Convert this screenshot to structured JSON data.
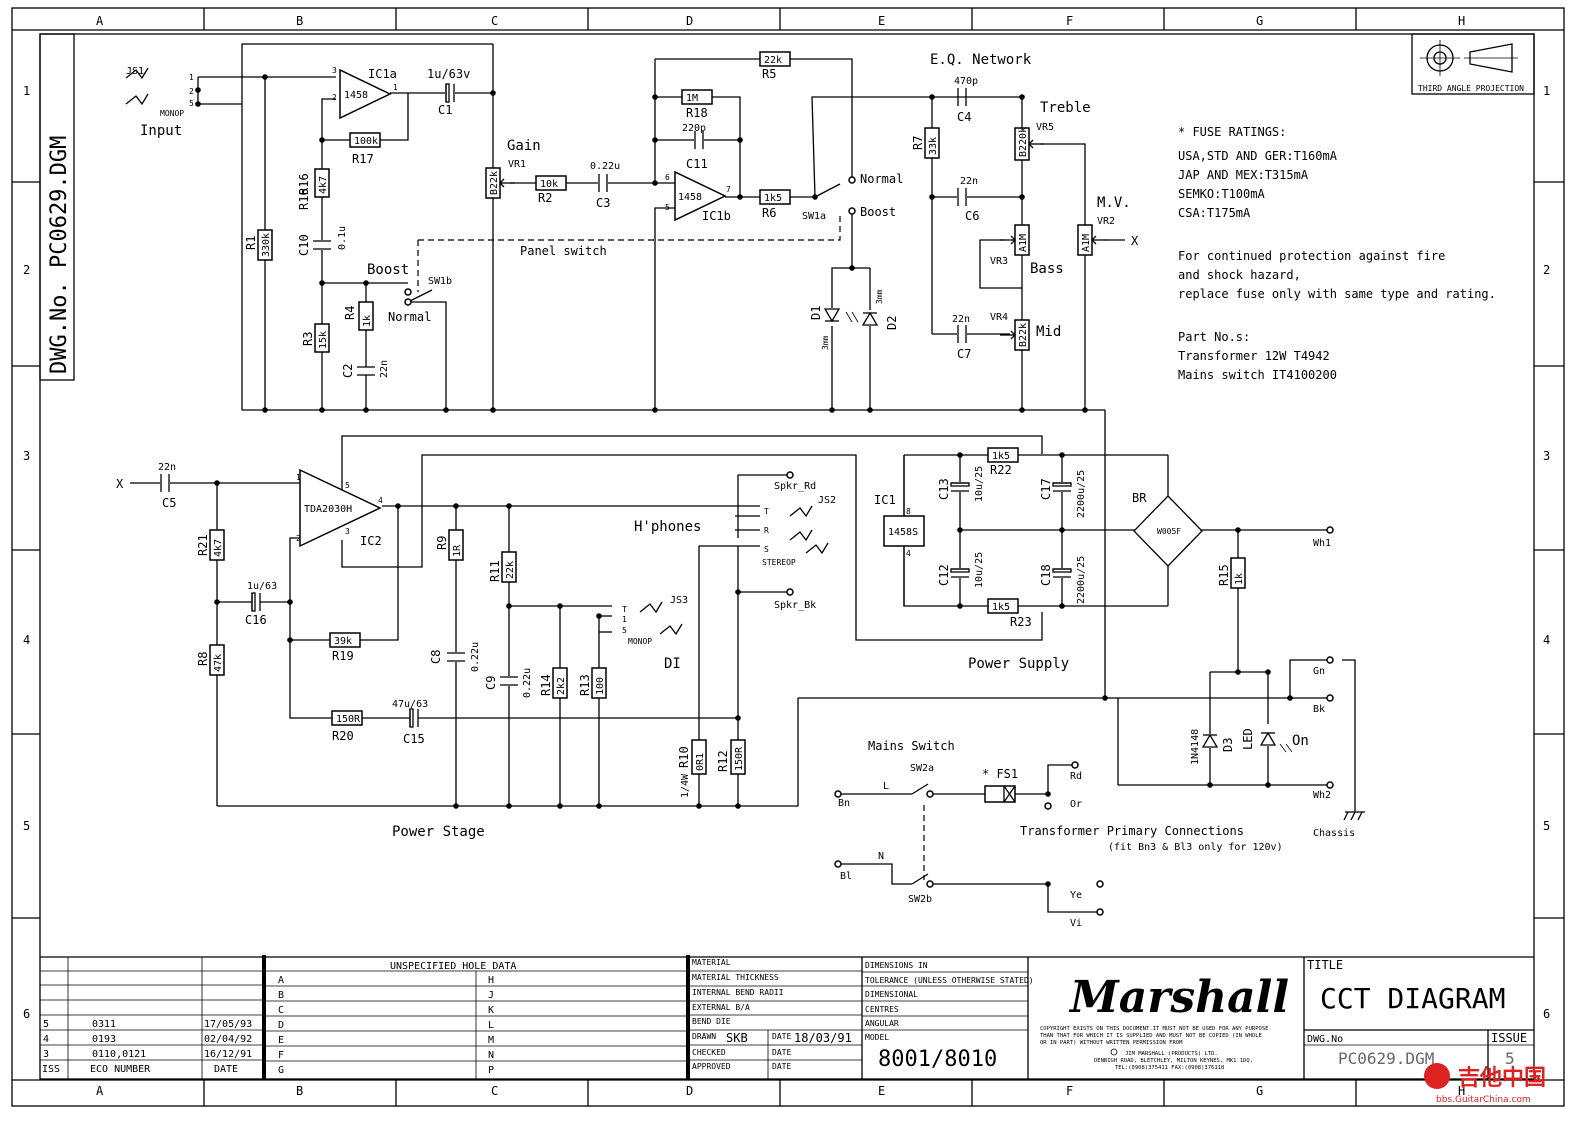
{
  "sheet": {
    "grid_columns": [
      "A",
      "B",
      "C",
      "D",
      "E",
      "F",
      "G",
      "H"
    ],
    "grid_rows": [
      "1",
      "2",
      "3",
      "4",
      "5",
      "6"
    ],
    "dwg_number_vertical": "DWG.No.  PC0629.DGM",
    "projection_label": "THIRD ANGLE PROJECTION"
  },
  "preamp": {
    "input_jack": "JS1",
    "input_label": "Input",
    "monop": "MONOP",
    "pins_js1": [
      "1",
      "2",
      "5"
    ],
    "ic1a": "IC1a",
    "ic1a_part": "1458",
    "ic1b": "IC1b",
    "ic1b_part": "1458",
    "c1": "C1",
    "c1_val": "1u/63v",
    "r17": "R17",
    "r17_val": "100k",
    "r16": "R16",
    "r16_val": "4k7",
    "c10": "C10",
    "c10_val": "0.1u",
    "r1": "R1",
    "r1_val": "330k",
    "r3": "R3",
    "r3_val": "15k",
    "r4": "R4",
    "r4_val": "1k",
    "c2": "C2",
    "c2_val": "22n",
    "boost": "Boost",
    "normal": "Normal",
    "sw1b": "SW1b",
    "sw1a": "SW1a",
    "gain": "Gain",
    "vr1": "VR1",
    "vr1_val": "B22k",
    "r2": "R2",
    "r2_val": "10k",
    "c3": "C3",
    "c3_val": "0.22u",
    "panel_switch": "Panel switch",
    "r5": "R5",
    "r5_val": "22k",
    "r18": "R18",
    "r18_val": "1M",
    "c11": "C11",
    "c11_val": "220p",
    "r6": "R6",
    "r6_val": "1k5",
    "d1": "D1",
    "d2": "D2",
    "d_size": "3mm",
    "pin3": "3",
    "pin2": "2",
    "pin1": "1",
    "pin6": "6",
    "pin5": "5",
    "pin7": "7"
  },
  "eq": {
    "title": "E.Q. Network",
    "c4": "C4",
    "c4_val": "470p",
    "r7": "R7",
    "r7_val": "33k",
    "treble": "Treble",
    "vr5": "VR5",
    "vr5_val": "B220k",
    "c6": "C6",
    "c6_val": "22n",
    "vr3": "VR3",
    "vr3_val": "A1M",
    "bass": "Bass",
    "c7": "C7",
    "c7_val": "22n",
    "vr4": "VR4",
    "vr4_val": "B22k",
    "mid": "Mid",
    "mv": "M.V.",
    "vr2": "VR2",
    "vr2_val": "A1M",
    "x": "X"
  },
  "notes": {
    "fuse_title": "* FUSE RATINGS:",
    "fuse_lines": [
      "USA,STD AND GER:T160mA",
      "JAP AND MEX:T315mA",
      "SEMKO:T100mA",
      "CSA:T175mA"
    ],
    "warning_lines": [
      "For continued protection against fire",
      "and shock hazard,",
      "replace fuse only with same type and rating."
    ],
    "parts_title": "Part No.s:",
    "parts_lines": [
      "Transformer 12W T4942",
      "Mains switch IT4100200"
    ]
  },
  "power_stage": {
    "title": "Power Stage",
    "x": "X",
    "c5": "C5",
    "c5_val": "22n",
    "r21": "R21",
    "r21_val": "4k7",
    "r8": "R8",
    "r8_val": "47k",
    "c16": "C16",
    "c16_val": "1u/63",
    "ic2": "IC2",
    "ic2_part": "TDA2030H",
    "pins": [
      "1",
      "2",
      "3",
      "4",
      "5"
    ],
    "r19": "R19",
    "r19_val": "39k",
    "r20": "R20",
    "r20_val": "150R",
    "c15": "C15",
    "c15_val": "47u/63",
    "r9": "R9",
    "r9_val": "1R",
    "c8": "C8",
    "c8_val": "0.22u",
    "r11": "R11",
    "r11_val": "22k",
    "c9": "C9",
    "c9_val": "0.22u",
    "r14": "R14",
    "r14_val": "2k2",
    "r13": "R13",
    "r13_val": "100",
    "r10": "R10",
    "r10_val": "0R1",
    "r10_rating": "1/4W",
    "r12": "R12",
    "r12_val": "150R",
    "hphones": "H'phones",
    "js2": "JS2",
    "js3": "JS3",
    "spkr_rd": "Spkr_Rd",
    "spkr_bk": "Spkr_Bk",
    "stereop": "STEREOP",
    "monop": "MONOP",
    "di": "DI",
    "pins_js2": [
      "T",
      "R",
      "S"
    ],
    "pins_js3": [
      "T",
      "1",
      "5"
    ]
  },
  "power_supply": {
    "title": "Power Supply",
    "ic1": "IC1",
    "ic1_part": "1458S",
    "pin8": "8",
    "pin4": "4",
    "c13": "C13",
    "c13_val": "10u/25",
    "c12": "C12",
    "c12_val": "10u/25",
    "c17": "C17",
    "c17_val": "2200u/25",
    "c18": "C18",
    "c18_val": "2200u/25",
    "r22": "R22",
    "r22_val": "1k5",
    "r23": "R23",
    "r23_val": "1k5",
    "br": "BR",
    "br_part": "W005F",
    "r15": "R15",
    "r15_val": "1k",
    "d3": "D3",
    "d3_part": "1N4148",
    "led": "LED",
    "on": "On",
    "wh1": "Wh1",
    "gn": "Gn",
    "bk": "Bk",
    "wh2": "Wh2",
    "chassis": "Chassis"
  },
  "mains": {
    "title": "Mains Switch",
    "sw2a": "SW2a",
    "sw2b": "SW2b",
    "l": "L",
    "n": "N",
    "bn": "Bn",
    "bl": "Bl",
    "fs1": "* FS1",
    "rd": "Rd",
    "or": "Or",
    "ye": "Ye",
    "vi": "Vi",
    "primary_title": "Transformer Primary Connections",
    "primary_note": "(fit Bn3 & Bl3 only for 120v)"
  },
  "title_block": {
    "hole_title": "UNSPECIFIED HOLE DATA",
    "hole_left": [
      "A",
      "B",
      "C",
      "D",
      "E",
      "F",
      "G"
    ],
    "hole_right": [
      "H",
      "J",
      "K",
      "L",
      "M",
      "N",
      "P"
    ],
    "revisions": [
      {
        "iss": "5",
        "eco": "0311",
        "date": "17/05/93"
      },
      {
        "iss": "4",
        "eco": "0193",
        "date": "02/04/92"
      },
      {
        "iss": "3",
        "eco": "0110,0121",
        "date": "16/12/91"
      }
    ],
    "hdr_iss": "ISS",
    "hdr_eco": "ECO NUMBER",
    "hdr_date": "DATE",
    "material": "MATERIAL",
    "material_thickness": "MATERIAL THICKNESS",
    "internal_bend": "INTERNAL BEND RADII",
    "external_ba": "EXTERNAL B/A",
    "bend_die": "BEND DIE",
    "drawn": "DRAWN",
    "drawn_by": "SKB",
    "date_lbl": "DATE",
    "drawn_date": "18/03/91",
    "checked": "CHECKED",
    "approved": "APPROVED",
    "dimensions_in": "DIMENSIONS IN",
    "tolerance": "TOLERANCE (UNLESS OTHERWISE STATED)",
    "dimensional": "DIMENSIONAL",
    "centres": "CENTRES",
    "angular": "ANGULAR",
    "model_lbl": "MODEL",
    "model": "8001/8010",
    "brand": "Marshall",
    "copyright": [
      "COPYRIGHT EXISTS ON THIS DOCUMENT.IT MUST NOT BE USED FOR ANY PURPOSE",
      "THAN THAT FOR WHICH IT IS SUPPLIED AND MUST NOT BE COPIED   (IN WHOLE",
      "OR IN PART) WITHOUT WRITTEN PERMISSION FROM"
    ],
    "company": [
      "JIM MARSHALL (PRODUCTS) LTD.",
      "DENBIGH ROAD, BLETCHLEY, MILTON KEYNES, MK1 1DQ.",
      "TEL:(0908)375411 FAX:(0908)376118"
    ],
    "title_lbl": "TITLE",
    "title": "CCT DIAGRAM",
    "dwg_lbl": "DWG.No",
    "dwg": "PC0629.DGM",
    "issue_lbl": "ISSUE",
    "issue": "5",
    "watermark": "吉他中国",
    "watermark_url": "bbs.GuitarChina.com"
  }
}
